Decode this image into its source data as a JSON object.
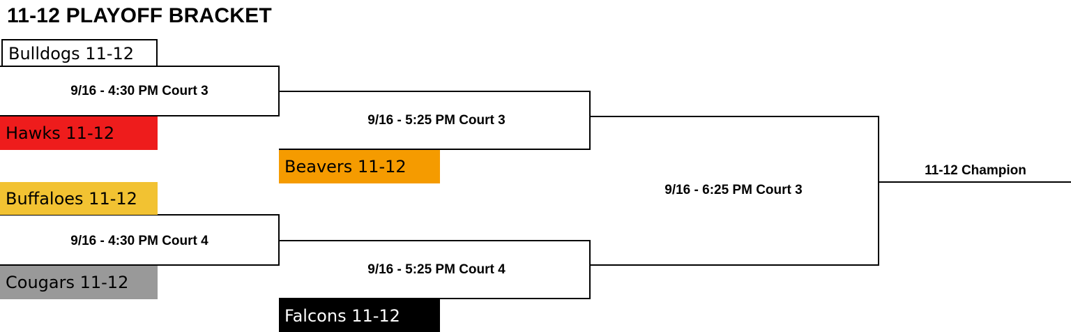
{
  "title": "11-12 PLAYOFF BRACKET",
  "teams": {
    "bulldogs": {
      "label": "Bulldogs 11-12",
      "color": "#ffffff"
    },
    "hawks": {
      "label": "Hawks 11-12",
      "color": "#ee1c1c"
    },
    "beavers": {
      "label": "Beavers 11-12",
      "color": "#f59b00"
    },
    "buffaloes": {
      "label": "Buffaloes 11-12",
      "color": "#f2c232"
    },
    "cougars": {
      "label": "Cougars 11-12",
      "color": "#999999"
    },
    "falcons": {
      "label": "Falcons 11-12",
      "color": "#000000"
    }
  },
  "games": {
    "g1": "9/16 - 4:30 PM Court 3",
    "g2": "9/16 - 4:30 PM Court 4",
    "g3": "9/16 - 5:25 PM Court 3",
    "g4": "9/16 - 5:25 PM Court 4",
    "final": "9/16 - 6:25 PM Court 3"
  },
  "champion_label": "11-12 Champion"
}
